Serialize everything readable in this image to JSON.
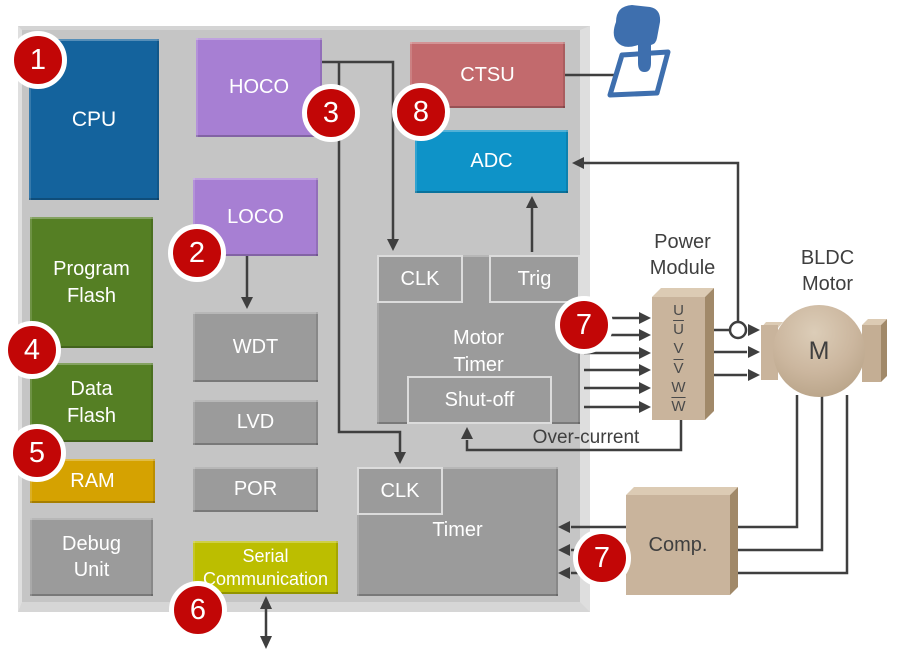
{
  "badges": [
    "1",
    "2",
    "3",
    "4",
    "5",
    "6",
    "7",
    "7",
    "8"
  ],
  "chip": {
    "cpu": "CPU",
    "program_flash": "Program\nFlash",
    "data_flash": "Data\nFlash",
    "ram": "RAM",
    "debug_unit": "Debug\nUnit",
    "hoco": "HOCO",
    "loco": "LOCO",
    "wdt": "WDT",
    "lvd": "LVD",
    "por": "POR",
    "serial": "Serial\nCommunication",
    "ctsu": "CTSU",
    "adc": "ADC",
    "motor_timer": "Motor\nTimer",
    "motor_timer_clk": "CLK",
    "motor_timer_trig": "Trig",
    "motor_timer_shutoff": "Shut-off",
    "timer": "Timer",
    "timer_clk": "CLK"
  },
  "external": {
    "power_module_label": "Power\nModule",
    "bldc_motor_label": "BLDC\nMotor",
    "comp_label": "Comp.",
    "motor_letter": "M",
    "overcurrent_label": "Over-current",
    "phases": [
      "U",
      "U",
      "V",
      "V",
      "W",
      "W"
    ]
  },
  "colors": {
    "cpu_blue": "#14639D",
    "flash_green": "#557F24",
    "ram_gold": "#D5A201",
    "peripheral_gray": "#9B9B9B",
    "osc_purple": "#A77FD3",
    "serial_olive": "#BCBE00",
    "ctsu_red": "#C26A6D",
    "adc_cyan": "#0E93C8",
    "chip_gray": "#C5C5C5",
    "module_tan": "#C9B49C",
    "badge_red": "#C20606",
    "line_gray": "#3F3F3F",
    "touch_blue": "#3E6FAE"
  }
}
